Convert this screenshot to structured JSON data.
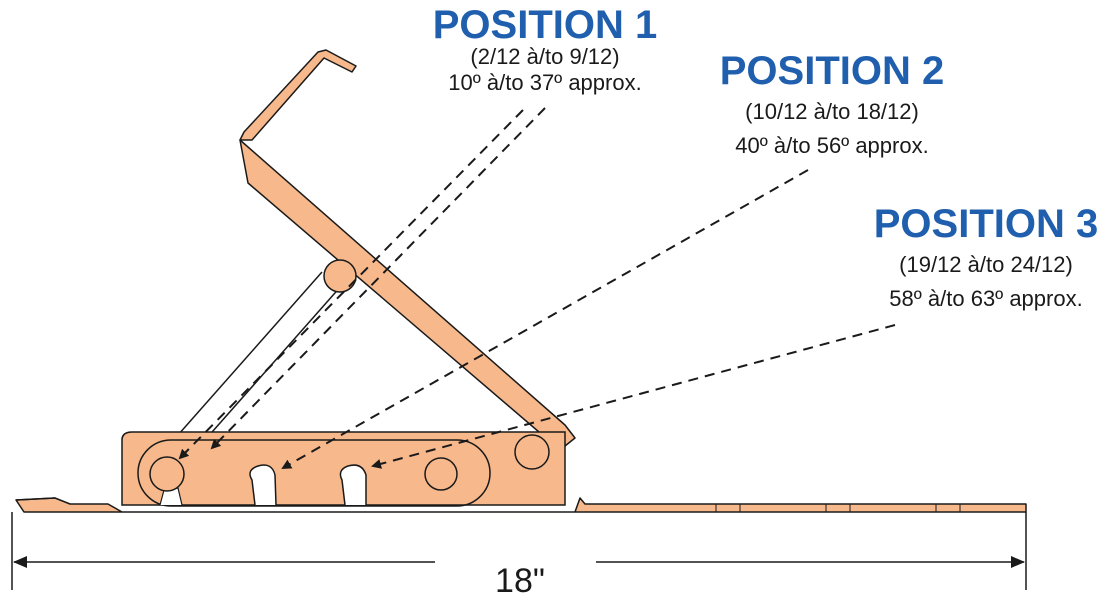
{
  "colors": {
    "title_blue": "#1f5fae",
    "bracket_fill": "#f7b88c",
    "outline": "#1a1a1a"
  },
  "positions": [
    {
      "title": "POSITION 1",
      "range": "(2/12 à/to 9/12)",
      "angle": "10º à/to 37º approx."
    },
    {
      "title": "POSITION 2",
      "range": "(10/12 à/to 18/12)",
      "angle": "40º à/to 56º approx."
    },
    {
      "title": "POSITION 3",
      "range": "(19/12 à/to 24/12)",
      "angle": "58º à/to 63º approx."
    }
  ],
  "dimension": {
    "label": "18\""
  }
}
